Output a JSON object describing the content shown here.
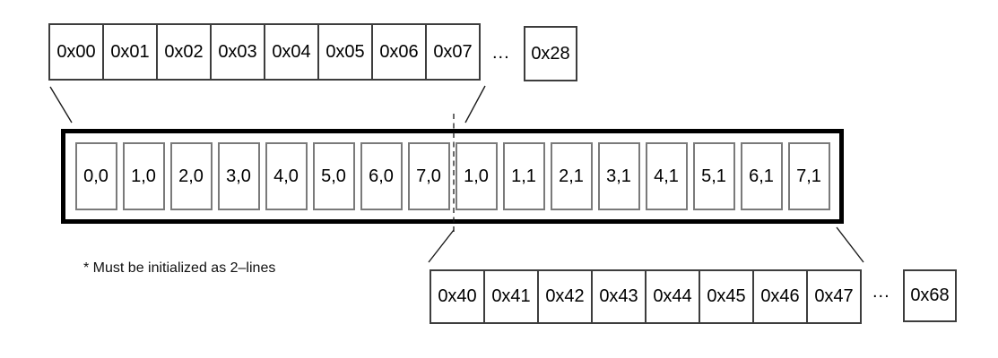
{
  "diagram": {
    "memory_row_top": {
      "cells": [
        "0x00",
        "0x01",
        "0x02",
        "0x03",
        "0x04",
        "0x05",
        "0x06",
        "0x07"
      ],
      "ellipsis": "...",
      "end_cell": "0x28"
    },
    "line_buffer": {
      "cells": [
        "0,0",
        "1,0",
        "2,0",
        "3,0",
        "4,0",
        "5,0",
        "6,0",
        "7,0",
        "1,0",
        "1,1",
        "2,1",
        "3,1",
        "4,1",
        "5,1",
        "6,1",
        "7,1"
      ]
    },
    "memory_row_bottom": {
      "cells": [
        "0x40",
        "0x41",
        "0x42",
        "0x43",
        "0x44",
        "0x45",
        "0x46",
        "0x47"
      ],
      "ellipsis": "...",
      "end_cell": "0x68"
    },
    "footnote": "* Must be initialized as 2–lines",
    "colors": {
      "background": "#ffffff",
      "row_border": "#3d3d3d",
      "inner_box_border": "#7a7a7a",
      "container_border": "#000000",
      "connector_line": "#1a1a1a",
      "text": "#000000"
    }
  }
}
